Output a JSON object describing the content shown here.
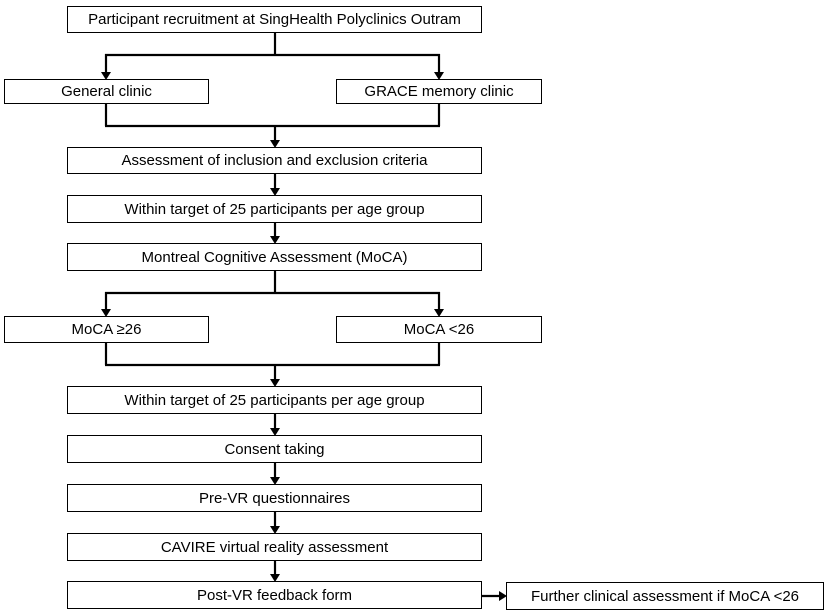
{
  "diagram": {
    "nodes": {
      "recruitment": "Participant recruitment at SingHealth Polyclinics Outram",
      "general_clinic": "General clinic",
      "grace_clinic": "GRACE memory clinic",
      "inclusion": "Assessment of inclusion and exclusion criteria",
      "target_1": "Within target of 25 participants per age group",
      "moca": "Montreal Cognitive Assessment (MoCA)",
      "moca_high": "MoCA ≥26",
      "moca_low": "MoCA <26",
      "target_2": "Within target of 25 participants per age group",
      "consent": "Consent taking",
      "pre_vr": "Pre-VR questionnaires",
      "cavire": "CAVIRE virtual reality assessment",
      "post_vr": "Post-VR feedback form",
      "further": "Further clinical assessment if MoCA <26"
    }
  }
}
